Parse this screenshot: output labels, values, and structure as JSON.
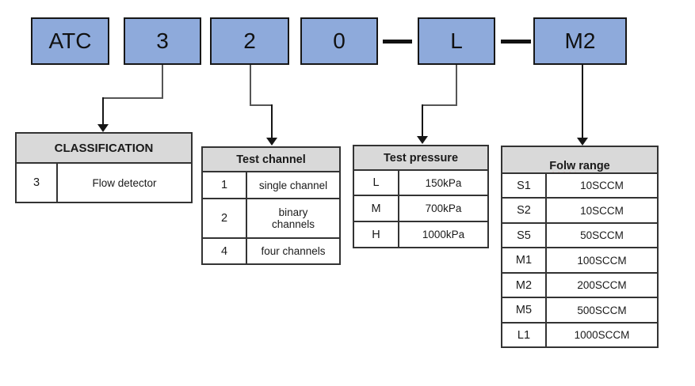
{
  "code": {
    "boxes": [
      {
        "id": "atc",
        "label": "ATC"
      },
      {
        "id": "digit-3",
        "label": "3"
      },
      {
        "id": "digit-2",
        "label": "2"
      },
      {
        "id": "digit-0",
        "label": "0"
      },
      {
        "id": "pressure-l",
        "label": "L"
      },
      {
        "id": "flow-m2",
        "label": "M2"
      }
    ],
    "separators": [
      "—",
      "—"
    ]
  },
  "tables": {
    "classification": {
      "title": "CLASSIFICATION",
      "rows": [
        {
          "code": "3",
          "desc": "Flow detector"
        }
      ]
    },
    "test_channel": {
      "title": "Test channel",
      "rows": [
        {
          "code": "1",
          "desc": "single channel"
        },
        {
          "code": "2",
          "desc": "binary\nchannels"
        },
        {
          "code": "4",
          "desc": "four channels"
        }
      ]
    },
    "test_pressure": {
      "title": "Test pressure",
      "rows": [
        {
          "code": "L",
          "desc": "150kPa"
        },
        {
          "code": "M",
          "desc": "700kPa"
        },
        {
          "code": "H",
          "desc": "1000kPa"
        }
      ]
    },
    "flow_range": {
      "title_misspelled": "Folw",
      "title_rest": "range",
      "rows": [
        {
          "code": "S1",
          "desc": "10SCCM"
        },
        {
          "code": "S2",
          "desc": "10SCCM"
        },
        {
          "code": "S5",
          "desc": "50SCCM"
        },
        {
          "code": "M1",
          "desc": "100SCCM"
        },
        {
          "code": "M2",
          "desc": "200SCCM"
        },
        {
          "code": "M5",
          "desc": "500SCCM"
        },
        {
          "code": "L1",
          "desc": "1000SCCM"
        }
      ]
    }
  },
  "colors": {
    "box_fill": "#8EAADB",
    "header_fill": "#D9D9D9",
    "border": "#1f1f1f",
    "spellcheck_underline": "#E03C31"
  }
}
